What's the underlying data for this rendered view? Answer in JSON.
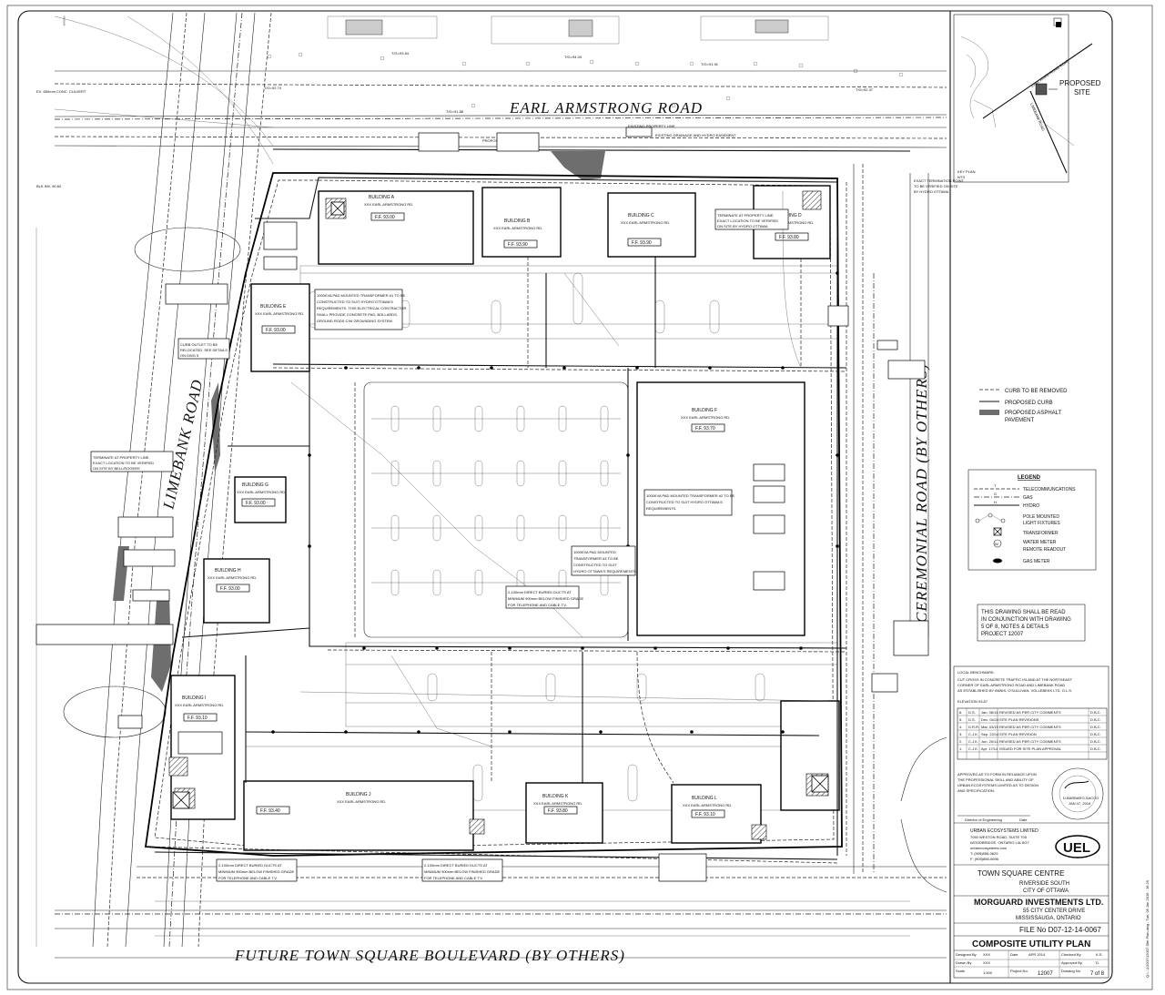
{
  "roads": {
    "north": "EARL ARMSTRONG ROAD",
    "west": "LIMEBANK ROAD",
    "east": "CEREMONIAL ROAD (BY OTHERS)",
    "south": "FUTURE TOWN SQUARE BOULEVARD (BY OTHERS)"
  },
  "key_plan": {
    "road_1": "EARL ARMSTRONG ROAD",
    "road_2": "LIMEBANK ROAD",
    "site_line_1": "PROPOSED",
    "site_line_2": "SITE",
    "title": "KEY PLAN",
    "scale": "NTS"
  },
  "curb_legend": [
    {
      "label": "CURB TO BE REMOVED"
    },
    {
      "label": "PROPOSED CURB"
    },
    {
      "label": "PROPOSED ASPHALT"
    },
    {
      "label": "PAVEMENT"
    }
  ],
  "legend": {
    "title": "LEGEND",
    "items": [
      {
        "label": "TELECOMMUNCATIONS",
        "icon": "telecom-line-icon"
      },
      {
        "label": "GAS",
        "icon": "gas-line-icon"
      },
      {
        "label": "HYDRO",
        "icon": "hydro-line-icon"
      },
      {
        "label": "POLE MOUNTED",
        "icon": "light-fixture-icon"
      },
      {
        "label": "LIGHT FIXTURES",
        "icon": ""
      },
      {
        "label": "TRANSFORMER",
        "icon": "transformer-icon"
      },
      {
        "label": "WATER METER",
        "icon": "water-meter-icon"
      },
      {
        "label": "REMOTE READOUT",
        "icon": ""
      },
      {
        "label": "GAS METER",
        "icon": "gas-meter-icon"
      }
    ]
  },
  "note": {
    "lines": [
      "THIS DRAWING SHALL BE READ",
      "IN CONJUNCTION WITH DRAWING",
      "5 OF 8, NOTES & DETAILS",
      "PROJECT 12007"
    ]
  },
  "benchmark": {
    "title": "LOCAL BENCHMARK:",
    "lines": [
      "CUT CROSS IN CONCRETE TRAFFIC ISLAND AT THE NORTHEAST",
      "CORNER OF EARL ARMSTRONG ROAD AND LIMEBANK ROAD",
      "AS ESTABLISHED BY ANNIS, O'SULLIVAN, VOLLEBEKK LTD, O.L.S."
    ],
    "elevation": "ELEVATION 93.87"
  },
  "revisions": [
    {
      "no": "6.",
      "by": "D.S.",
      "date": "Jan. 06/16",
      "desc": "REVISED AS PER CITY COMMENTS",
      "chk": "D.B.C."
    },
    {
      "no": "5.",
      "by": "D.S.",
      "date": "Dec. 04/15",
      "desc": "SITE PLAN REVISIONS",
      "chk": "D.B.C."
    },
    {
      "no": "4.",
      "by": "D.R.R.",
      "date": "Mar. 03/15",
      "desc": "REVISED AS PER CITY COMMENTS",
      "chk": "D.B.C."
    },
    {
      "no": "3.",
      "by": "C.J.K.",
      "date": "Sep. 22/14",
      "desc": "SITE PLAN REVISION",
      "chk": "D.B.C."
    },
    {
      "no": "2.",
      "by": "C.J.K.",
      "date": "Jun. 20/14",
      "desc": "REVISED AS PER CITY COMMENTS",
      "chk": "D.B.C."
    },
    {
      "no": "1.",
      "by": "C.J.K.",
      "date": "Apr. 17/14",
      "desc": "ISSUED FOR SITE PLAN APPROVAL",
      "chk": "D.B.C."
    }
  ],
  "approval": {
    "lines": [
      "APPROVED AS TO FORM IN RELIANCE UPON",
      "THE PROFESSIONAL SKILL AND ABILITY OF",
      "URBAN ECOSYSTEMS LIMITED AS TO DESIGN",
      "AND SPECIFICATION."
    ],
    "signature_label": "Director of Engineering",
    "date_label": "Date",
    "seal_name": "D.BARBARO-SACCO",
    "seal_date": "JAN 07, 2016"
  },
  "firm": {
    "name": "URBAN ECOSYSTEMS LIMITED",
    "addr1": "7050 WESTON ROAD, SUITE 705",
    "addr2": "WOODBRIDGE, ONTARIO L4L 8G7",
    "web": "urbanecosystems.com",
    "tel": "T: (905)856-0629",
    "fax": "F: (905)856-0698",
    "logo": "UEL"
  },
  "project": {
    "title": "TOWN SQUARE CENTRE",
    "sub1": "RIVERSIDE SOUTH",
    "sub2": "CITY OF OTTAWA"
  },
  "client": {
    "name": "MORGUARD INVESTMENTS LTD.",
    "addr1": "55 CITY CENTER DRIVE",
    "addr2": "MISSISSAUGA, ONTARIO"
  },
  "file_no": "FILE No D07-12-14-0067",
  "drawing_title": "COMPOSITE UTILITY PLAN",
  "title_block": {
    "designed_by_label": "Designed By",
    "designed_by": "XXX",
    "date_label": "Date",
    "date": "APR 2014",
    "checked_by_label": "Checked By",
    "checked_by": "K.S.",
    "drawn_by_label": "Drawn By",
    "drawn_by": "XXX",
    "approved_by_label": "Approved By",
    "approved_by": "D.",
    "scale_label": "Scale",
    "scale": "1:500",
    "project_no_label": "Project No.",
    "project_no": "12007",
    "drawing_no_label": "Drawing No.",
    "drawing_no": "7 of 8"
  },
  "side_stamp": "Q:\\...\\12007\\12007-Site Plan.dwg - Tue, 05 Jan 2016 - 16:29",
  "buildings": [
    {
      "name": "BUILDING A",
      "addr": "XXX EARL ARMSTRONG RD.",
      "ff": "F.F. 93.00"
    },
    {
      "name": "BUILDING B",
      "addr": "XXX EARL ARMSTRONG RD.",
      "ff": "F.F. 93.90"
    },
    {
      "name": "BUILDING C",
      "addr": "XXX EARL ARMSTRONG RD.",
      "ff": "F.F. 93.90"
    },
    {
      "name": "BUILDING D",
      "addr": "XXX EARL ARMSTRONG RD.",
      "ff": "F.F. 93.80"
    },
    {
      "name": "BUILDING E",
      "addr": "XXX EARL ARMSTRONG RD.",
      "ff": "F.F. 93.00"
    },
    {
      "name": "BUILDING F",
      "addr": "XXX EARL ARMSTRONG RD.",
      "ff": "F.F. 93.70"
    },
    {
      "name": "BUILDING G",
      "addr": "XXX EARL ARMSTRONG RD.",
      "ff": "F.F. 93.00"
    },
    {
      "name": "BUILDING H",
      "addr": "XXX EARL ARMSTRONG RD.",
      "ff": "F.F. 93.00"
    },
    {
      "name": "BUILDING I",
      "addr": "XXX EARL ARMSTRONG RD.",
      "ff": "F.F. 93.10"
    },
    {
      "name": "BUILDING J",
      "addr": "XXX EARL ARMSTRONG RD.",
      "ff": "F.F. 93.40"
    },
    {
      "name": "BUILDING K",
      "addr": "XXX EARL ARMSTRONG RD.",
      "ff": "F.F. 93.80"
    },
    {
      "name": "BUILDING L",
      "addr": "XXX EARL ARMSTRONG RD.",
      "ff": "F.F. 93.10"
    }
  ],
  "callouts": {
    "transformer_1": [
      "1000KVA PAD MOUNTED TRANSFORMER #1 TO BE",
      "CONSTRUCTED TO SUIT HYDRO OTTAWA'S",
      "REQUIREMENTS. THIS ELECTRICAL CONTRACTOR",
      "SHALL PROVIDE CONCRETE PAD, BOLLARDS,",
      "GROUND RODS C/W GROUNDING SYSTEM"
    ],
    "transformer_2": [
      "1000KVA PAD MOUNTED TRANSFORMER #2 TO BE",
      "CONSTRUCTED TO SUIT HYDRO OTTAWA'S",
      "REQUIREMENTS."
    ],
    "transformer_3": [
      "1000KVA PAD MOUNTED",
      "TRANSFORMER #3 TO BE",
      "CONSTRUCTED TO SUIT",
      "HYDRO OTTAWA'S REQUIREMENTS."
    ],
    "duct_1": [
      "2-100mm DIRECT BURIED DUCTS AT",
      "MINIMUM 900mm BELOW FINISHED GRADE",
      "FOR TELEPHONE AND CABLE T.V."
    ],
    "duct_2": [
      "2-100mm DIRECT BURIED DUCTS AT",
      "MINIMUM 900mm BELOW FINISHED GRADE",
      "FOR TELEPHONE AND CABLE T.V."
    ],
    "duct_3": [
      "2-100mm DIRECT BURIED DUCTS AT",
      "MINIMUM 900mm BELOW FINISHED GRADE",
      "FOR TELEPHONE AND CABLE T.V."
    ],
    "terminate_1": [
      "TERMINATE AT PROPERTY LINE.",
      "EXACT LOCATION TO BE VERIFIED",
      "ON SITE BY HYDRO OTTAWA"
    ],
    "terminate_2": [
      "TERMINATE AT PROPERTY LINE.",
      "EXACT LOCATION TO BE VERIFIED",
      "ON SITE BY BELL/ROGERS"
    ],
    "terminate_3": [
      "EXACT TERMINATION POINT",
      "TO BE VERIFIED ON SITE",
      "BY HYDRO OTTAWA"
    ],
    "curb_outlet": [
      "CURB OUTLET TO BE",
      "RELOCATED. SEE DETAILS",
      "ON DWG 5"
    ],
    "existing_row": "EXISTING PROPERTY LINE",
    "proposed_row": "PROPOSED ROAD WIDENING",
    "easement": "EXISTING DRAINAGE AND HYDRO EASEMENT"
  }
}
